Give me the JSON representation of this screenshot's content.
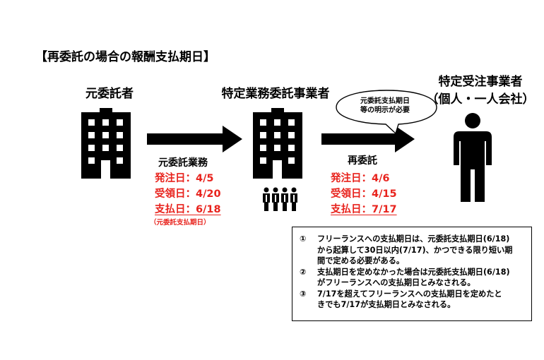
{
  "title": "【再委託の場合の報酬支払期日】",
  "parties": {
    "original": "元委託者",
    "specified": "特定業務委託事業者",
    "receiver_line1": "特定受注事業者",
    "receiver_line2": "（個人・一人会社）"
  },
  "first_contract": {
    "label": "元委託業務",
    "order_date": "発注日：4/5",
    "receipt_date": "受領日：4/20",
    "payment_date": "支払日：6/18",
    "payment_note": "（元委託支払期日）"
  },
  "second_contract": {
    "label": "再委託",
    "order_date": "発注日：4/6",
    "receipt_date": "受領日：4/15",
    "payment_date": "支払日：7/17"
  },
  "bubble": {
    "text": "元委託支払期日\n等の明示が必要"
  },
  "notes": [
    {
      "num": "①",
      "text": "フリーランスへの支払期日は、元委託支払期日(6/18)\nから起算して30日以内(7/17)、かつできる限り短い期\n間で定める必要がある。"
    },
    {
      "num": "②",
      "text": "支払期日を定めなかった場合は元委託支払期日(6/18)\nがフリーランスへの支払期日とみなされる。"
    },
    {
      "num": "③",
      "text": "7/17を超えてフリーランスへの支払期日を定めたと\nきでも7/17が支払期日とみなされる。"
    }
  ],
  "colors": {
    "highlight": "#e8231d",
    "ink": "#000000"
  },
  "icons": [
    "building-icon",
    "arrow-right-icon",
    "people-group-icon",
    "person-icon",
    "speech-bubble-icon"
  ]
}
